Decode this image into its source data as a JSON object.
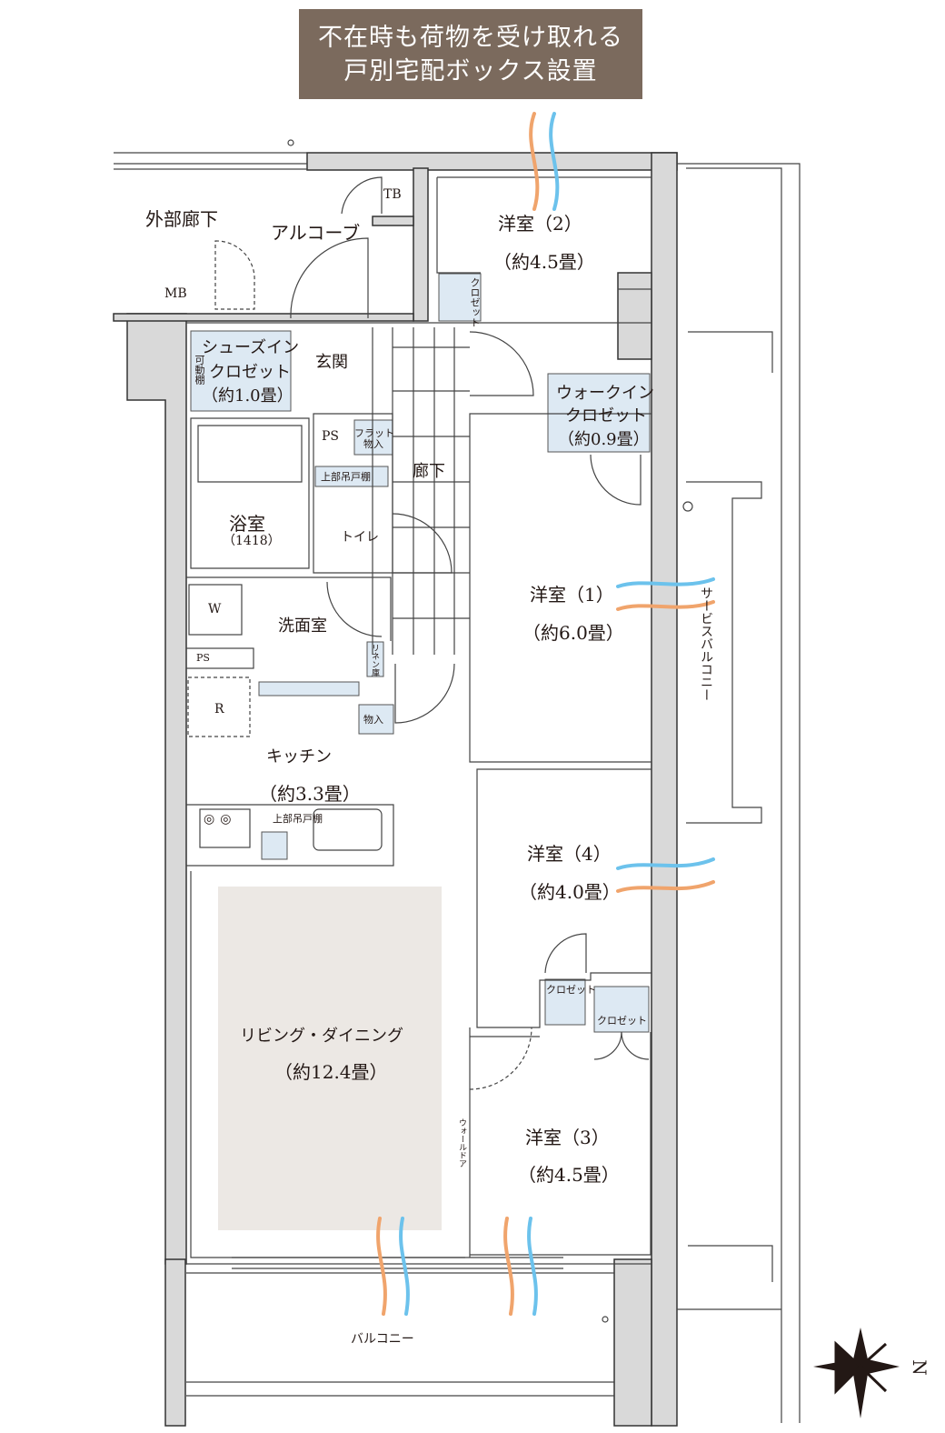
{
  "header": {
    "line1": "不在時も荷物を受け取れる",
    "line2": "戸別宅配ボックス設置"
  },
  "rooms": {
    "external_corridor": "外部廊下",
    "alcove": "アルコーブ",
    "tb": "TB",
    "mb": "MB",
    "western2_name": "洋室（2）",
    "western2_size": "（約4.5畳）",
    "closet_vertical": "クロゼット",
    "shoes_closet_1": "シューズイン",
    "shoes_closet_2": "クロゼット",
    "shoes_closet_size": "（約1.0畳）",
    "movable_shelf": "可動棚",
    "entrance": "玄関",
    "wic_1": "ウォークイン",
    "wic_2": "クロゼット",
    "wic_size": "（約0.9畳）",
    "ps1": "PS",
    "flat_storage_1": "フラット",
    "flat_storage_2": "物入",
    "corridor": "廊下",
    "upper_cabinet_toilet": "上部吊戸棚",
    "bath": "浴室",
    "bath_size": "（1418）",
    "toilet": "トイレ",
    "western1_name": "洋室（1）",
    "western1_size": "（約6.0畳）",
    "service_balcony": "サービスバルコニー",
    "washer": "W",
    "washroom": "洗面室",
    "linen": "リネン庫",
    "ps2": "PS",
    "fridge": "R",
    "storage": "物入",
    "kitchen": "キッチン",
    "kitchen_size": "（約3.3畳）",
    "upper_cabinet_kitchen": "上部吊戸棚",
    "western4_name": "洋室（4）",
    "western4_size": "（約4.0畳）",
    "closet_a": "クロゼット",
    "closet_b": "クロゼット",
    "living_name": "リビング・ダイニング",
    "living_size": "（約12.4畳）",
    "wall_door": "ウォールドア",
    "western3_name": "洋室（3）",
    "western3_size": "（約4.5畳）",
    "balcony": "バルコニー"
  },
  "compass": {
    "north_label": "N"
  },
  "colors": {
    "header_bg": "#7b6a5d",
    "wall": "#d9d9d9",
    "closet": "#dde9f3",
    "living_floor": "#ece8e4",
    "wind_orange": "#f0a46c",
    "wind_blue": "#6cc2ec"
  }
}
